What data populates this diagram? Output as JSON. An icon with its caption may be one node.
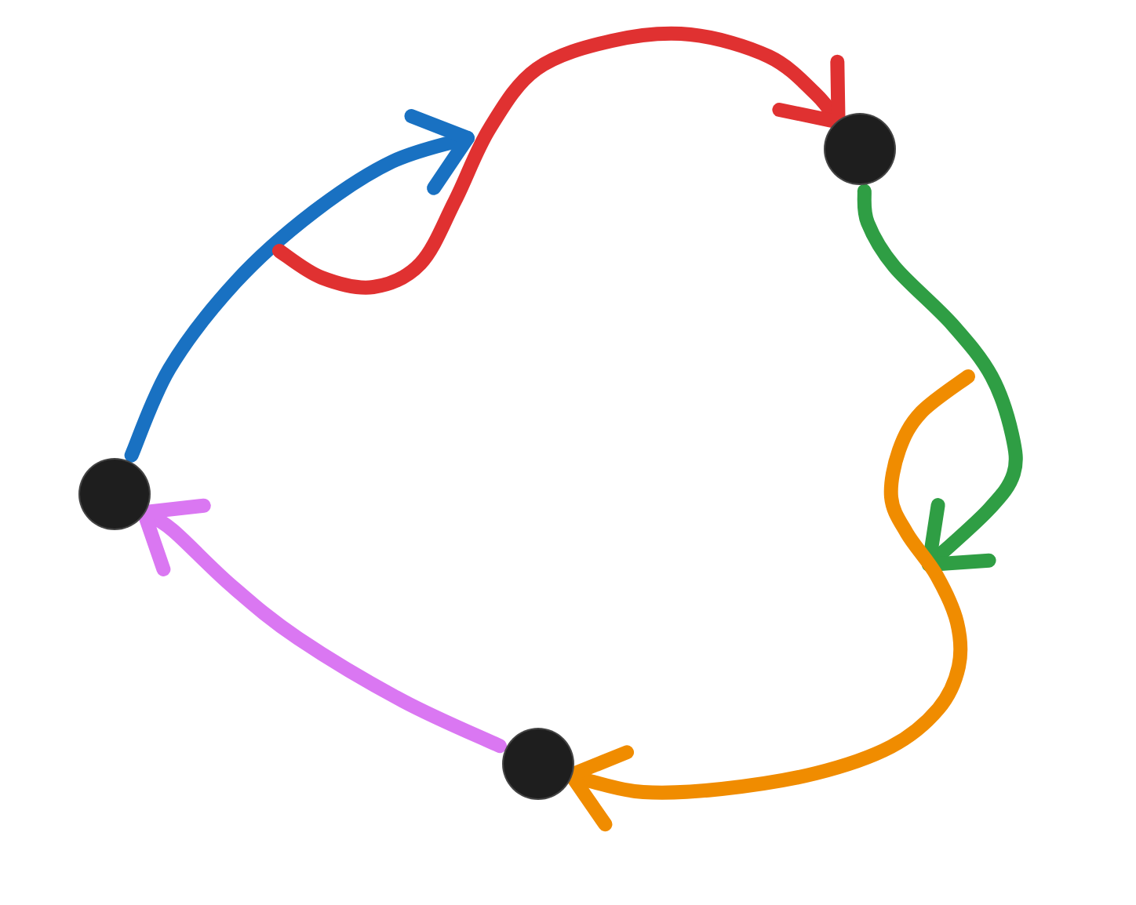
{
  "diagram": {
    "nodes": [
      {
        "text": [],
        "shape": "circle"
      },
      {
        "text": [],
        "shape": "circle"
      },
      {
        "text": [],
        "shape": "circle"
      }
    ],
    "edges": [
      {
        "from": 1,
        "to": null,
        "arrow": "to",
        "color": "#1971c2"
      },
      {
        "from": null,
        "to": 0,
        "arrow": "to",
        "color": "#e03131"
      },
      {
        "from": 0,
        "to": null,
        "arrow": "to",
        "color": "#2f9e44"
      },
      {
        "from": null,
        "to": 2,
        "arrow": "to",
        "color": "#f08c00"
      },
      {
        "from": 2,
        "to": 1,
        "arrow": "to",
        "color": "#da77f2"
      }
    ]
  }
}
